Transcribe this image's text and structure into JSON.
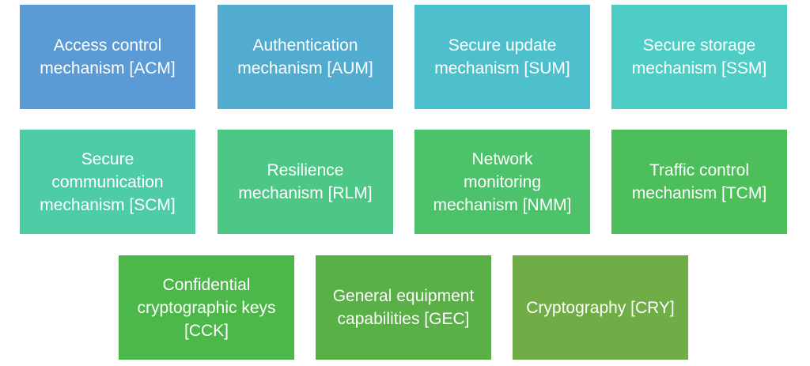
{
  "tiles": [
    {
      "label": "Access control\nmechanism [ACM]",
      "color": "#5b9bd5"
    },
    {
      "label": "Authentication\nmechanism [AUM]",
      "color": "#51acd0"
    },
    {
      "label": "Secure update\nmechanism [SUM]",
      "color": "#4ec0cd"
    },
    {
      "label": "Secure storage\nmechanism [SSM]",
      "color": "#4ecdc4"
    },
    {
      "label": "Secure\ncommunication\nmechanism [SCM]",
      "color": "#4ecca6"
    },
    {
      "label": "Resilience\nmechanism [RLM]",
      "color": "#4dc785"
    },
    {
      "label": "Network\nmonitoring\nmechanism [NMM]",
      "color": "#4cc36a"
    },
    {
      "label": "Traffic control\nmechanism [TCM]",
      "color": "#4cbe5a"
    },
    {
      "label": "Confidential\ncryptographic keys\n[CCK]",
      "color": "#4cb84a"
    },
    {
      "label": "General equipment\ncapabilities [GEC]",
      "color": "#58b046"
    },
    {
      "label": "Cryptography [CRY]",
      "color": "#70ad47"
    }
  ]
}
